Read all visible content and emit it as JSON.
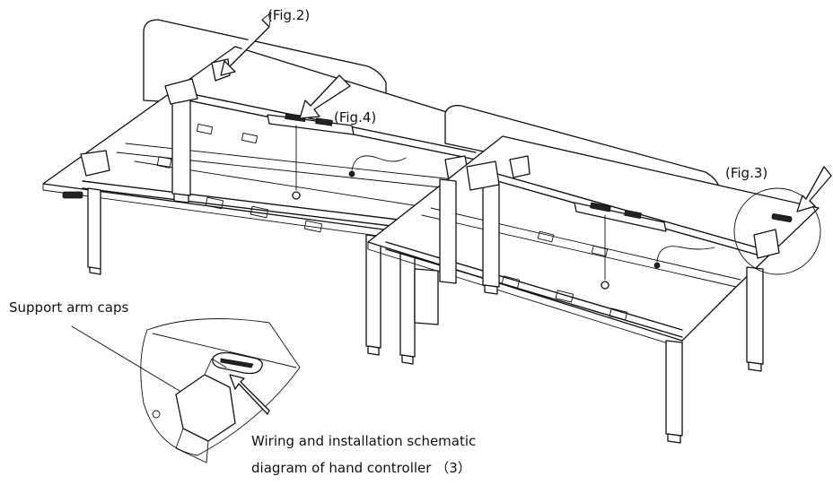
{
  "diagram": {
    "callouts": {
      "fig2": "(Fig.2)",
      "fig4": "(Fig.4)",
      "fig3": "(Fig.3)"
    },
    "detail": {
      "label": "Support arm caps",
      "caption_line1": "Wiring and installation schematic",
      "caption_line2": "diagram of hand controller （3）"
    }
  }
}
